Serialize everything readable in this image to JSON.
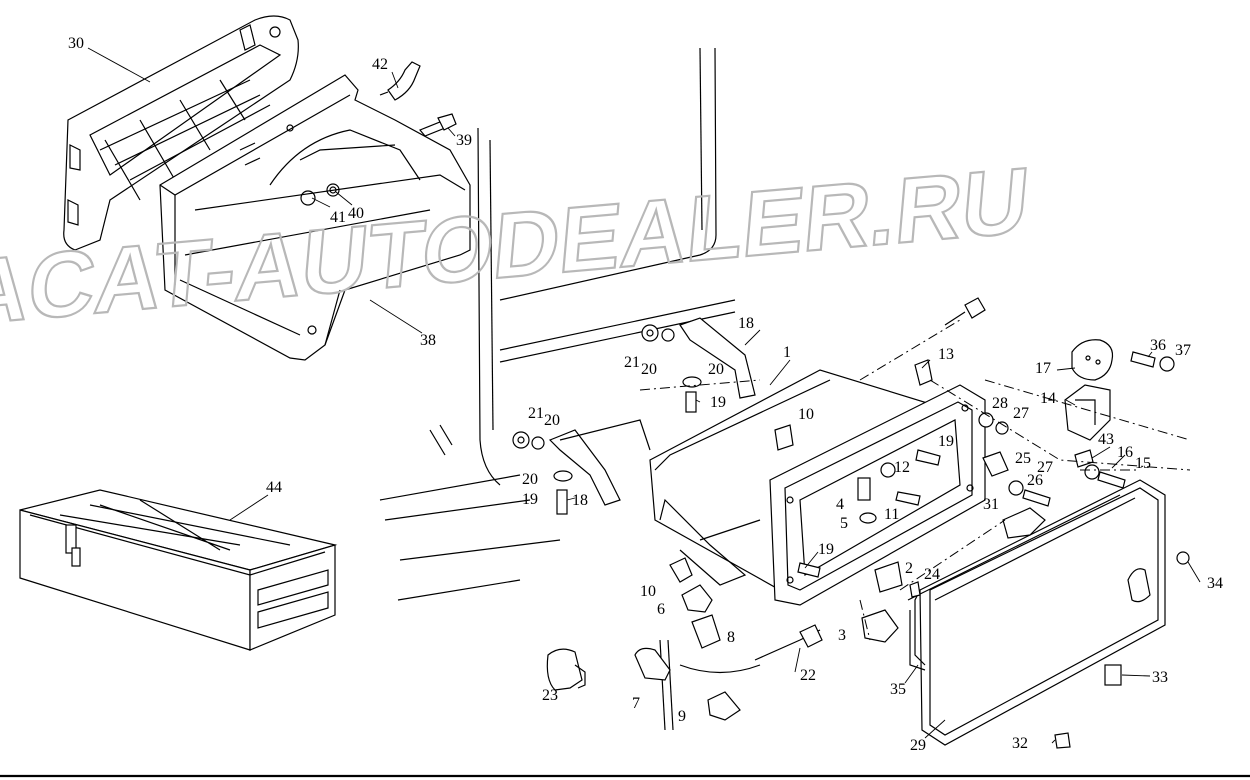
{
  "watermark": "ACAT-AUTODEALER.RU",
  "callouts": [
    {
      "id": "1",
      "label": "1"
    },
    {
      "id": "2",
      "label": "2"
    },
    {
      "id": "3",
      "label": "3"
    },
    {
      "id": "4",
      "label": "4"
    },
    {
      "id": "5",
      "label": "5"
    },
    {
      "id": "6",
      "label": "6"
    },
    {
      "id": "7",
      "label": "7"
    },
    {
      "id": "8",
      "label": "8"
    },
    {
      "id": "9",
      "label": "9"
    },
    {
      "id": "10a",
      "label": "10"
    },
    {
      "id": "10b",
      "label": "10"
    },
    {
      "id": "11",
      "label": "11"
    },
    {
      "id": "12",
      "label": "12"
    },
    {
      "id": "13",
      "label": "13"
    },
    {
      "id": "14",
      "label": "14"
    },
    {
      "id": "15",
      "label": "15"
    },
    {
      "id": "16",
      "label": "16"
    },
    {
      "id": "17",
      "label": "17"
    },
    {
      "id": "18a",
      "label": "18"
    },
    {
      "id": "18b",
      "label": "18"
    },
    {
      "id": "19a",
      "label": "19"
    },
    {
      "id": "19b",
      "label": "19"
    },
    {
      "id": "19c",
      "label": "19"
    },
    {
      "id": "19d",
      "label": "19"
    },
    {
      "id": "20a",
      "label": "20"
    },
    {
      "id": "20b",
      "label": "20"
    },
    {
      "id": "20c",
      "label": "20"
    },
    {
      "id": "20d",
      "label": "20"
    },
    {
      "id": "21a",
      "label": "21"
    },
    {
      "id": "21b",
      "label": "21"
    },
    {
      "id": "22",
      "label": "22"
    },
    {
      "id": "23",
      "label": "23"
    },
    {
      "id": "24",
      "label": "24"
    },
    {
      "id": "25",
      "label": "25"
    },
    {
      "id": "26",
      "label": "26"
    },
    {
      "id": "27a",
      "label": "27"
    },
    {
      "id": "27b",
      "label": "27"
    },
    {
      "id": "28",
      "label": "28"
    },
    {
      "id": "29",
      "label": "29"
    },
    {
      "id": "30",
      "label": "30"
    },
    {
      "id": "31",
      "label": "31"
    },
    {
      "id": "32",
      "label": "32"
    },
    {
      "id": "33",
      "label": "33"
    },
    {
      "id": "34",
      "label": "34"
    },
    {
      "id": "35",
      "label": "35"
    },
    {
      "id": "36",
      "label": "36"
    },
    {
      "id": "37",
      "label": "37"
    },
    {
      "id": "38",
      "label": "38"
    },
    {
      "id": "39",
      "label": "39"
    },
    {
      "id": "40",
      "label": "40"
    },
    {
      "id": "41",
      "label": "41"
    },
    {
      "id": "42",
      "label": "42"
    },
    {
      "id": "43",
      "label": "43"
    },
    {
      "id": "44",
      "label": "44"
    }
  ]
}
